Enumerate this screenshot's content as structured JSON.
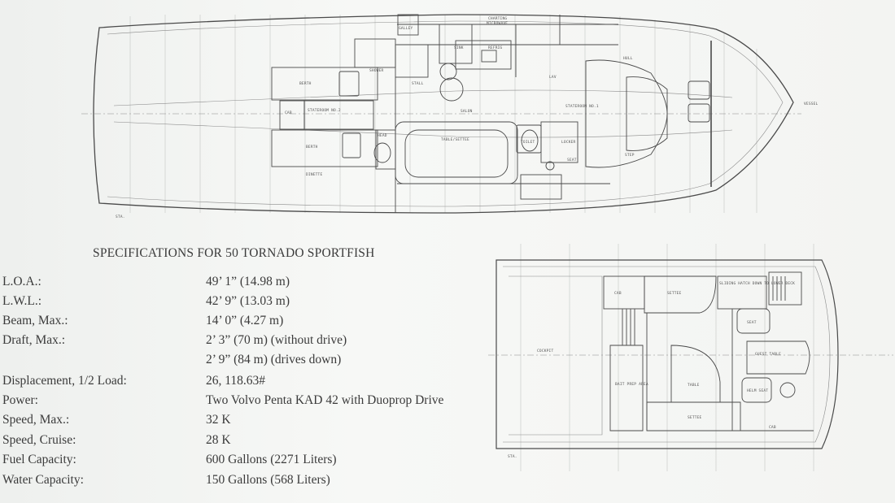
{
  "drawing_labels": {
    "plan_top": [
      "GALLEY",
      "SINK",
      "REFRIG",
      "MICROWAVE",
      "CHARTING",
      "BERTH",
      "SHOWER",
      "STALL",
      "STATEROOM NO.1",
      "STATEROOM NO.2",
      "TABLE/SETTEE",
      "SALON",
      "HEAD",
      "LAV",
      "BERTH",
      "TOILET",
      "HULL",
      "SEAT",
      "STEP",
      "LOCKER",
      "DINETTE",
      "CAB",
      "STA.",
      "VESSEL"
    ],
    "plan_bottom": [
      "COCKPIT",
      "CAB",
      "SETTEE",
      "SLIDING HATCH DOWN TO LOWER DECK",
      "SEAT",
      "GUEST TABLE",
      "TABLE",
      "HELM SEAT",
      "BAIT PREP AREA",
      "SETTEE",
      "CAB",
      "STA."
    ]
  },
  "specs": {
    "title": "SPECIFICATIONS FOR 50 TORNADO SPORTFISH",
    "rows": [
      {
        "label": "L.O.A.:",
        "value": "49’ 1” (14.98 m)"
      },
      {
        "label": "L.W.L.:",
        "value": "42’ 9” (13.03 m)"
      },
      {
        "label": "Beam, Max.:",
        "value": "14’ 0” (4.27 m)"
      },
      {
        "label": "Draft, Max.:",
        "value": "2’ 3” (70 m) (without drive)"
      },
      {
        "label": "",
        "value": "2’ 9” (84 m) (drives down)"
      },
      {
        "label": "Displacement, 1/2 Load:",
        "value": "26, 118.63#"
      },
      {
        "label": "Power:",
        "value": "Two Volvo Penta KAD 42 with Duoprop Drive"
      },
      {
        "label": "Speed, Max.:",
        "value": "32 K"
      },
      {
        "label": "Speed, Cruise:",
        "value": "28 K"
      },
      {
        "label": "Fuel Capacity:",
        "value": "600 Gallons (2271 Liters)"
      },
      {
        "label": "Water Capacity:",
        "value": "150 Gallons (568 Liters)"
      }
    ]
  }
}
